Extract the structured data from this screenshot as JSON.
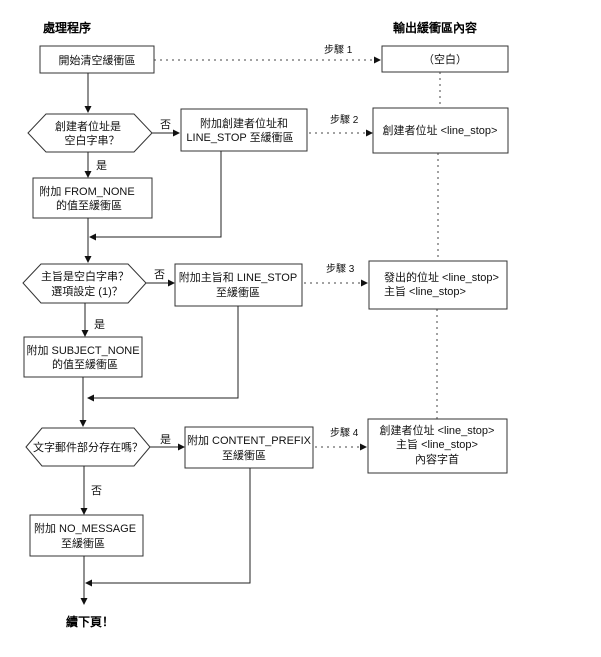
{
  "headers": {
    "process": "處理程序",
    "output": "輸出緩衝區內容"
  },
  "process": {
    "start": "開始清空緩衝區",
    "decision1": [
      "創建者位址是",
      "空白字串？"
    ],
    "decision1_no": "否",
    "decision1_yes": "是",
    "append_creator": [
      "附加創建者位址和",
      "LINE_STOP 至緩衝區"
    ],
    "append_from_none": [
      "附加 FROM_NONE",
      "的值至緩衝區"
    ],
    "decision2": [
      "主旨是空白字串？",
      "選項設定 (1)？"
    ],
    "decision2_no": "否",
    "decision2_yes": "是",
    "append_subject": [
      "附加主旨和 LINE_STOP",
      "至緩衝區"
    ],
    "append_subject_none": [
      "附加 SUBJECT_NONE",
      "的值至緩衝區"
    ],
    "decision3": "文字郵件部分存在嗎？",
    "decision3_yes": "是",
    "decision3_no": "否",
    "append_content_prefix": [
      "附加 CONTENT_PREFIX",
      "至緩衝區"
    ],
    "append_no_message": [
      "附加 NO_MESSAGE",
      "至緩衝區"
    ],
    "continue": "續下頁！"
  },
  "steps": [
    "步驟 1",
    "步驟 2",
    "步驟 3",
    "步驟 4"
  ],
  "output": {
    "step1": "（空白）",
    "step2": "創建者位址 <line_stop>",
    "step3": [
      "發出的位址 <line_stop>",
      "主旨 <line_stop>"
    ],
    "step4": [
      "創建者位址 <line_stop>",
      "主旨 <line_stop>",
      "內容字首"
    ]
  }
}
